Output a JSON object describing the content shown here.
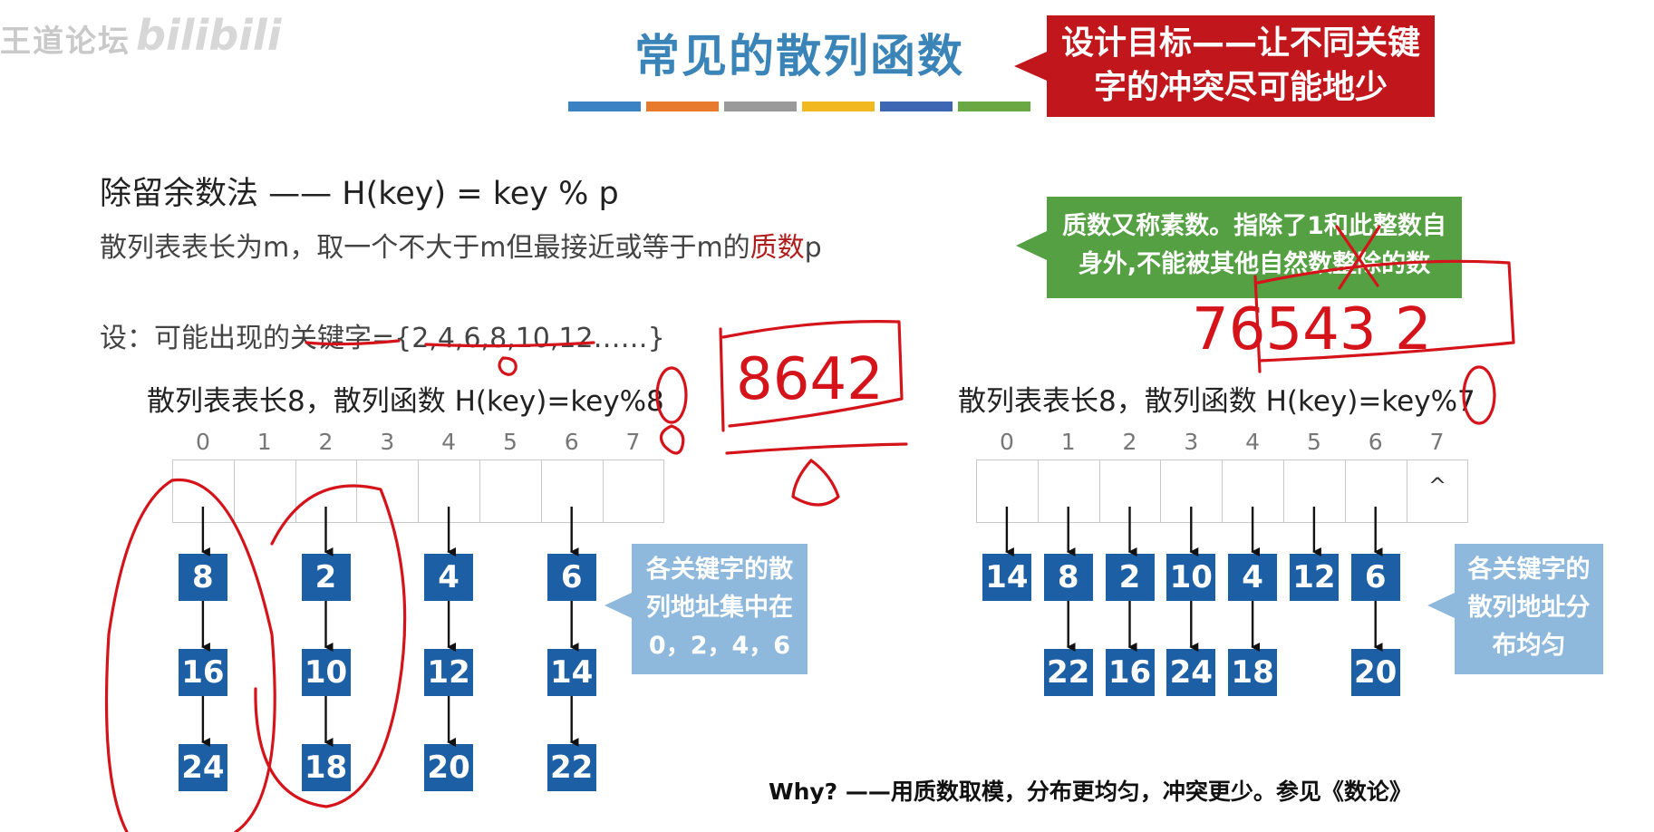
{
  "watermark": "王道论坛",
  "watermark_logo": "bilibili",
  "title": "常见的散列函数",
  "stripe_colors": [
    "#3b82c4",
    "#e87a2e",
    "#9a9a9a",
    "#f2b820",
    "#3d67b3",
    "#6aa843"
  ],
  "callout_goal": {
    "line1": "设计目标——让不同关键",
    "line2": "字的冲突尽可能地少"
  },
  "callout_prime": {
    "line1": "质数又称素数。指除了1和此整数自",
    "line2": "身外,不能被其他自然数整除的数"
  },
  "method_line": "除留余数法 —— H(key) = key % p",
  "description": {
    "before": "散列表表长为m，取一个不大于m但最接近或等于m的",
    "highlight": "质数",
    "after": "p"
  },
  "keys_line": "设：可能出现的关键字={2,4,6,8,10,12……}",
  "left_table": {
    "label": "散列表表长8，散列函数 H(key)=key%8",
    "indices": [
      "0",
      "1",
      "2",
      "3",
      "4",
      "5",
      "6",
      "7"
    ],
    "chains": [
      {
        "slot": 0,
        "keys": [
          "8",
          "16",
          "24"
        ]
      },
      {
        "slot": 2,
        "keys": [
          "2",
          "10",
          "18"
        ]
      },
      {
        "slot": 4,
        "keys": [
          "4",
          "12",
          "20"
        ]
      },
      {
        "slot": 6,
        "keys": [
          "6",
          "14",
          "22"
        ]
      }
    ],
    "callout": {
      "line1": "各关键字的散",
      "line2": "列地址集中在",
      "line3": "0，2，4，6"
    }
  },
  "right_table": {
    "label": "散列表表长8，散列函数 H(key)=key%7",
    "indices": [
      "0",
      "1",
      "2",
      "3",
      "4",
      "5",
      "6",
      "7"
    ],
    "empty_mark": "^",
    "chains": [
      {
        "slot": 0,
        "keys": [
          "14"
        ]
      },
      {
        "slot": 1,
        "keys": [
          "8",
          "22"
        ]
      },
      {
        "slot": 2,
        "keys": [
          "2",
          "16"
        ]
      },
      {
        "slot": 3,
        "keys": [
          "10",
          "24"
        ]
      },
      {
        "slot": 4,
        "keys": [
          "4",
          "18"
        ]
      },
      {
        "slot": 5,
        "keys": [
          "12"
        ]
      },
      {
        "slot": 6,
        "keys": [
          "6",
          "20"
        ]
      }
    ],
    "callout": {
      "line1": "各关键字的",
      "line2": "散列地址分",
      "line3": "布均匀"
    }
  },
  "why_line": "Why? ——用质数取模，分布更均匀，冲突更少。参见《数论》",
  "handwriting": {
    "box_left": "8642",
    "base_left": "8",
    "circled_left": "8",
    "row_right": "76543 2",
    "circled_right": "7"
  }
}
